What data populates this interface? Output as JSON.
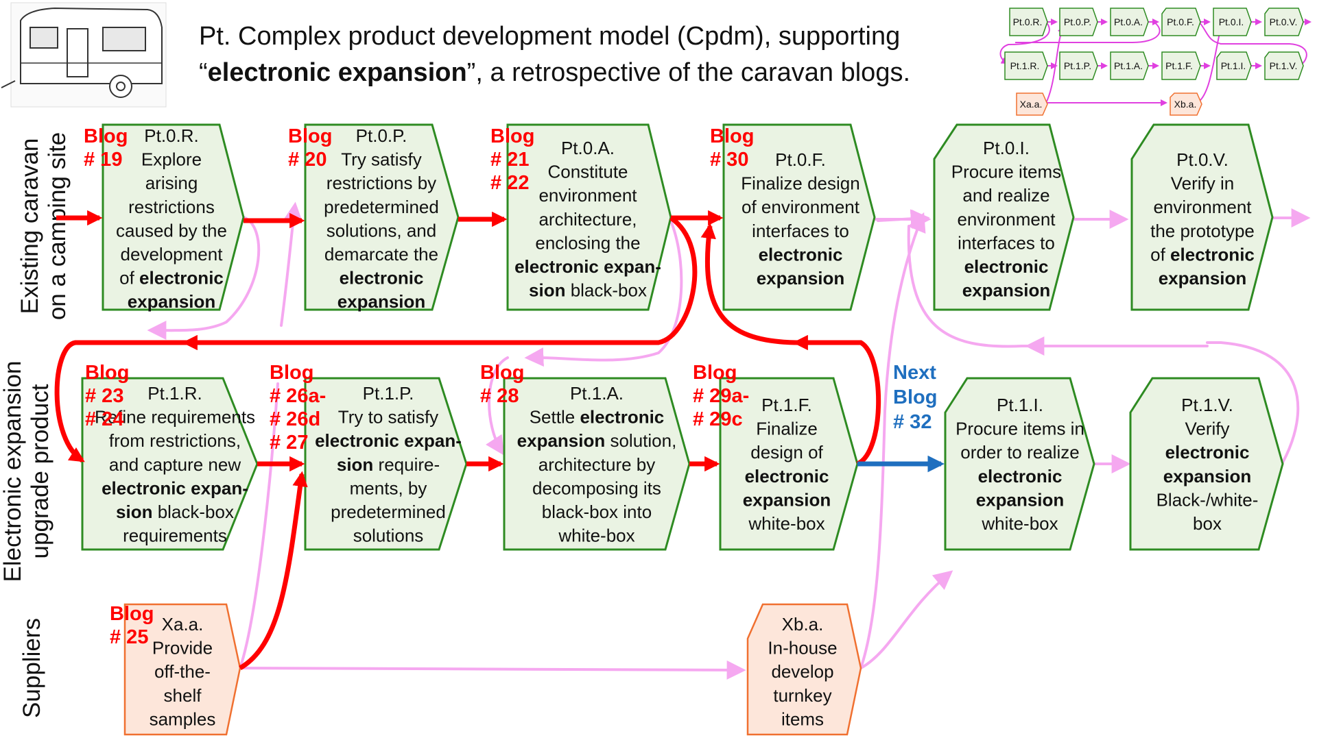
{
  "title": {
    "line1": "Pt. Complex product development model (Cpdm), supporting",
    "line2_open": "“",
    "line2_bold": "electronic expansion",
    "line2_rest": "”, a retrospective of the caravan blogs."
  },
  "lanes": {
    "lane1_a": "Existing caravan",
    "lane1_b": "on a camping site",
    "lane2_a": "Electronic expansion",
    "lane2_b": "upgrade product",
    "lane3": "Suppliers"
  },
  "colors": {
    "box_fill": "#eaf3e3",
    "box_stroke": "#2e8b22",
    "supplier_fill": "#fde6da",
    "supplier_stroke": "#f07030",
    "blog_red": "#ff0000",
    "next_blue": "#1f6fbf",
    "arrow_red": "#ff0000",
    "arrow_pink": "#f5a8f0",
    "arrow_blue": "#1f6fbf"
  },
  "boxes": {
    "p0r": [
      [
        {
          "t": "Pt.0.R."
        }
      ],
      [
        {
          "t": "Explore"
        }
      ],
      [
        {
          "t": "arising"
        }
      ],
      [
        {
          "t": "restrictions"
        }
      ],
      [
        {
          "t": "caused by the"
        }
      ],
      [
        {
          "t": "development"
        }
      ],
      [
        {
          "t": "of "
        },
        {
          "t": "electronic",
          "b": true
        }
      ],
      [
        {
          "t": "expansion",
          "b": true
        }
      ]
    ],
    "p0p": [
      [
        {
          "t": "Pt.0.P."
        }
      ],
      [
        {
          "t": "Try satisfy"
        }
      ],
      [
        {
          "t": "restrictions by"
        }
      ],
      [
        {
          "t": "predetermined"
        }
      ],
      [
        {
          "t": "solutions, and"
        }
      ],
      [
        {
          "t": "demarcate the"
        }
      ],
      [
        {
          "t": "electronic",
          "b": true
        }
      ],
      [
        {
          "t": "expansion",
          "b": true
        }
      ]
    ],
    "p0a": [
      [
        {
          "t": "Pt.0.A."
        }
      ],
      [
        {
          "t": "Constitute"
        }
      ],
      [
        {
          "t": "environment"
        }
      ],
      [
        {
          "t": "architecture,"
        }
      ],
      [
        {
          "t": "enclosing the"
        }
      ],
      [
        {
          "t": "electronic expan-",
          "b": true
        }
      ],
      [
        {
          "t": "sion",
          "b": true
        },
        {
          "t": " black-box"
        }
      ]
    ],
    "p0f": [
      [
        {
          "t": "Pt.0.F."
        }
      ],
      [
        {
          "t": "Finalize design"
        }
      ],
      [
        {
          "t": "of environment"
        }
      ],
      [
        {
          "t": "interfaces to"
        }
      ],
      [
        {
          "t": "electronic",
          "b": true
        }
      ],
      [
        {
          "t": "expansion",
          "b": true
        }
      ]
    ],
    "p0i": [
      [
        {
          "t": "Pt.0.I."
        }
      ],
      [
        {
          "t": "Procure items"
        }
      ],
      [
        {
          "t": "and realize"
        }
      ],
      [
        {
          "t": "environment"
        }
      ],
      [
        {
          "t": "interfaces to"
        }
      ],
      [
        {
          "t": "electronic",
          "b": true
        }
      ],
      [
        {
          "t": "expansion",
          "b": true
        }
      ]
    ],
    "p0v": [
      [
        {
          "t": "Pt.0.V."
        }
      ],
      [
        {
          "t": "Verify in"
        }
      ],
      [
        {
          "t": "environment"
        }
      ],
      [
        {
          "t": "the prototype"
        }
      ],
      [
        {
          "t": "of "
        },
        {
          "t": "electronic",
          "b": true
        }
      ],
      [
        {
          "t": "expansion",
          "b": true
        }
      ]
    ],
    "p1r": [
      [
        {
          "t": "Pt.1.R."
        }
      ],
      [
        {
          "t": "Refine requirements"
        }
      ],
      [
        {
          "t": "from restrictions,"
        }
      ],
      [
        {
          "t": "and capture new"
        }
      ],
      [
        {
          "t": "electronic expan-",
          "b": true
        }
      ],
      [
        {
          "t": "sion",
          "b": true
        },
        {
          "t": " black-box"
        }
      ],
      [
        {
          "t": "requirements"
        }
      ]
    ],
    "p1p": [
      [
        {
          "t": "Pt.1.P."
        }
      ],
      [
        {
          "t": "Try to satisfy"
        }
      ],
      [
        {
          "t": "electronic expan-",
          "b": true
        }
      ],
      [
        {
          "t": "sion",
          "b": true
        },
        {
          "t": "  require-"
        }
      ],
      [
        {
          "t": "ments, by"
        }
      ],
      [
        {
          "t": "predetermined"
        }
      ],
      [
        {
          "t": "solutions"
        }
      ]
    ],
    "p1a": [
      [
        {
          "t": "Pt.1.A."
        }
      ],
      [
        {
          "t": "Settle "
        },
        {
          "t": "electronic",
          "b": true
        }
      ],
      [
        {
          "t": "expansion",
          "b": true
        },
        {
          "t": " solution,"
        }
      ],
      [
        {
          "t": "architecture by"
        }
      ],
      [
        {
          "t": "decomposing its"
        }
      ],
      [
        {
          "t": "black-box into"
        }
      ],
      [
        {
          "t": "white-box"
        }
      ]
    ],
    "p1f": [
      [
        {
          "t": "Pt.1.F."
        }
      ],
      [
        {
          "t": "Finalize"
        }
      ],
      [
        {
          "t": "design of"
        }
      ],
      [
        {
          "t": "electronic",
          "b": true
        }
      ],
      [
        {
          "t": "expansion",
          "b": true
        }
      ],
      [
        {
          "t": "white-box"
        }
      ]
    ],
    "p1i": [
      [
        {
          "t": "Pt.1.I."
        }
      ],
      [
        {
          "t": "Procure items in"
        }
      ],
      [
        {
          "t": "order to realize"
        }
      ],
      [
        {
          "t": "electronic",
          "b": true
        }
      ],
      [
        {
          "t": "expansion",
          "b": true
        }
      ],
      [
        {
          "t": "white-box"
        }
      ]
    ],
    "p1v": [
      [
        {
          "t": "Pt.1.V."
        }
      ],
      [
        {
          "t": "Verify"
        }
      ],
      [
        {
          "t": "electronic",
          "b": true
        }
      ],
      [
        {
          "t": "expansion",
          "b": true
        }
      ],
      [
        {
          "t": "Black-/white-"
        }
      ],
      [
        {
          "t": "box"
        }
      ]
    ],
    "xaa": [
      [
        {
          "t": "Xa.a."
        }
      ],
      [
        {
          "t": "Provide"
        }
      ],
      [
        {
          "t": "off-the-"
        }
      ],
      [
        {
          "t": "shelf"
        }
      ],
      [
        {
          "t": "samples"
        }
      ]
    ],
    "xba": [
      [
        {
          "t": "Xb.a."
        }
      ],
      [
        {
          "t": "In-house"
        }
      ],
      [
        {
          "t": "develop"
        }
      ],
      [
        {
          "t": "turnkey"
        }
      ],
      [
        {
          "t": "items"
        }
      ]
    ]
  },
  "blogs": {
    "b19": [
      "Blog",
      "# 19"
    ],
    "b20": [
      "Blog",
      "# 20"
    ],
    "b21": [
      "Blog",
      "# 21",
      "# 22"
    ],
    "b30": [
      "Blog",
      "# 30"
    ],
    "b23": [
      "Blog",
      "# 23",
      "# 24"
    ],
    "b26": [
      "Blog",
      "# 26a-",
      "# 26d",
      "# 27"
    ],
    "b28": [
      "Blog",
      "# 28"
    ],
    "b29": [
      "Blog",
      "# 29a-",
      "# 29c"
    ],
    "b25": [
      "Blog",
      "# 25"
    ],
    "next": [
      "Next",
      "Blog",
      "# 32"
    ]
  },
  "mini": {
    "top": [
      "Pt.0.R.",
      "Pt.0.P.",
      "Pt.0.A.",
      "Pt.0.F.",
      "Pt.0.I.",
      "Pt.0.V."
    ],
    "bottom": [
      "Pt.1.R.",
      "Pt.1.P.",
      "Pt.1.A.",
      "Pt.1.F.",
      "Pt.1.I.",
      "Pt.1.V."
    ],
    "suppliers": [
      "Xa.a.",
      "Xb.a."
    ]
  },
  "logo": {
    "caption": "caravan sketch"
  }
}
